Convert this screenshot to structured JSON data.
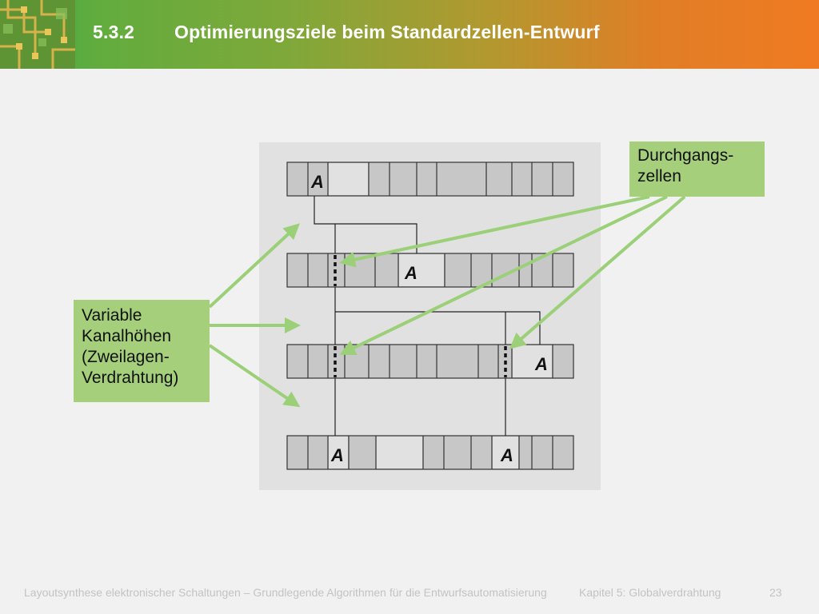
{
  "header": {
    "section_number": "5.3.2",
    "title": "Optimierungsziele beim Standardzellen-Entwurf"
  },
  "diagram": {
    "cell_label": "A",
    "callouts": {
      "durchgangszellen": [
        "Durchgangs-",
        "zellen"
      ],
      "kanalhoehen": [
        "Variable",
        "Kanalhöhen",
        "(Zweilagen-",
        "Verdrahtung)"
      ]
    }
  },
  "footer": {
    "course": "Layoutsynthese elektronischer Schaltungen – Grundlegende Algorithmen für die Entwurfsautomatisierung",
    "chapter": "Kapitel 5: Globalverdrahtung",
    "page": "23"
  },
  "colors": {
    "header_start": "#39a94a",
    "header_end": "#f07a22",
    "callout_fill": "#a5cf7b",
    "arrow": "#9bcf78",
    "cell_fill": "#c7c7c7",
    "panel": "#e1e1e1"
  }
}
